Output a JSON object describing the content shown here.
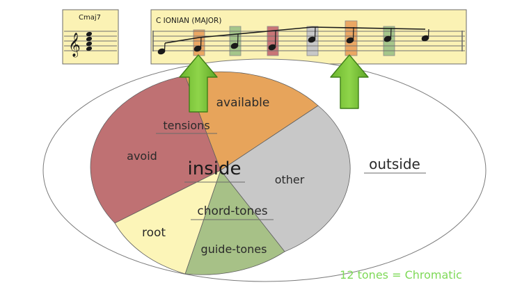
{
  "chord_box": {
    "symbol": "Cmaj7"
  },
  "scale_box": {
    "title": "C IONIAN (MAJOR)"
  },
  "diagram": {
    "outer_label": "outside",
    "center_label": "inside",
    "segments": {
      "avoid": "avoid",
      "available": "available",
      "tensions": "tensions",
      "other": "other",
      "chord_tones": "chord-tones",
      "root": "root",
      "guide_tones": "guide-tones"
    },
    "footer": "12 tones = Chromatic"
  },
  "colors": {
    "box_fill": "#fbf2b4",
    "avoid": "#bf7173",
    "available": "#e7a45b",
    "other": "#c8c8c8",
    "root": "#fcf5b8",
    "guide_tones": "#a7c187",
    "arrow": "#7fc63c",
    "footer_text": "#7ed957",
    "note_orange": "#eba763",
    "note_green": "#a5c68a",
    "note_red": "#c97576",
    "note_gray": "#c8c8c8"
  }
}
